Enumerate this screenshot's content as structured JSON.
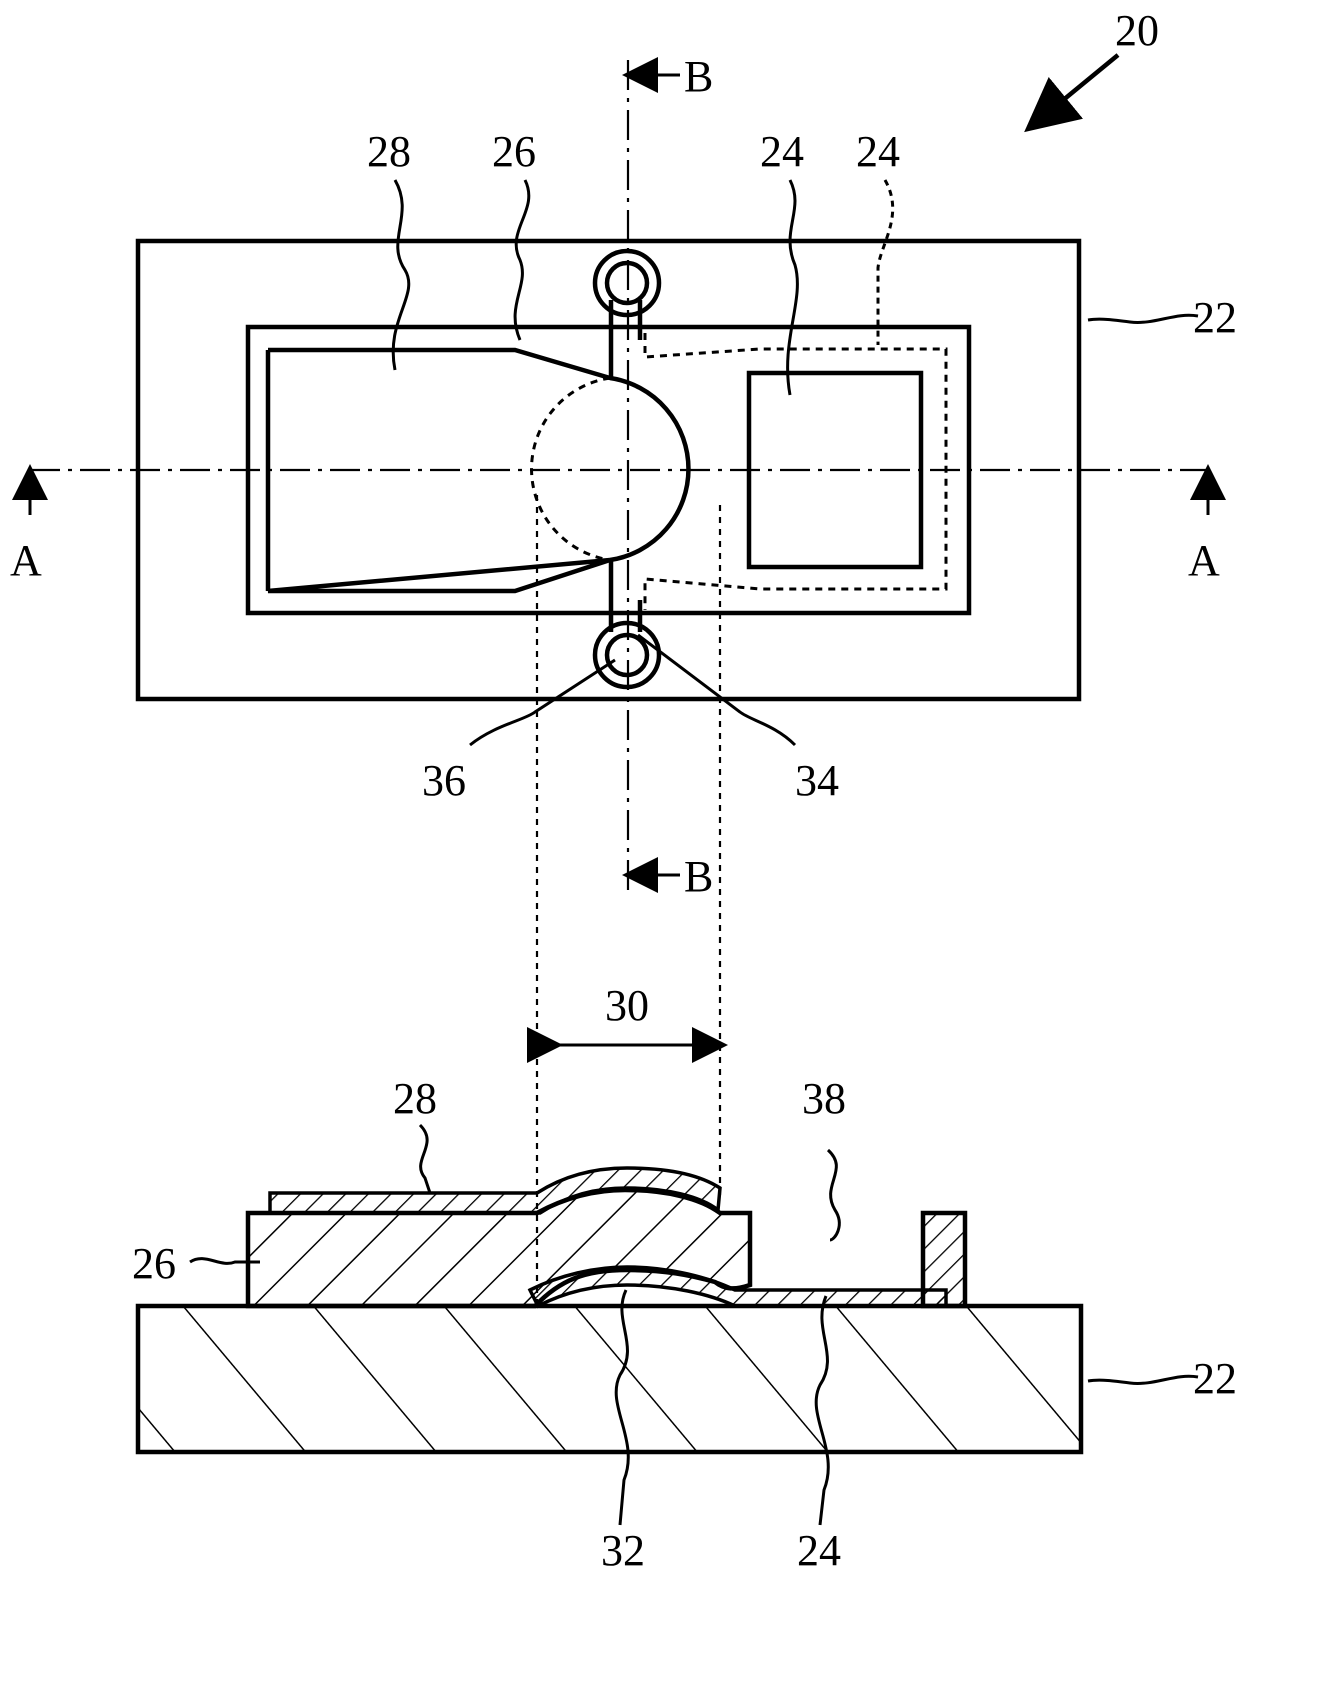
{
  "figure": {
    "labels": {
      "assembly": "20",
      "substrate_top": "22",
      "substrate_bottom": "22",
      "conductor_top_left": "24",
      "conductor_top_right": "24",
      "conductor_bottom": "24",
      "dielectric_top": "26",
      "dielectric_bottom": "26",
      "electrode_top": "28",
      "electrode_bottom": "28",
      "overlap_width": "30",
      "gap": "32",
      "anchor_right": "34",
      "anchor_left": "36",
      "cavity": "38",
      "section_a_left": "A",
      "section_a_right": "A",
      "section_b_top": "B",
      "section_b_bottom": "B"
    }
  }
}
